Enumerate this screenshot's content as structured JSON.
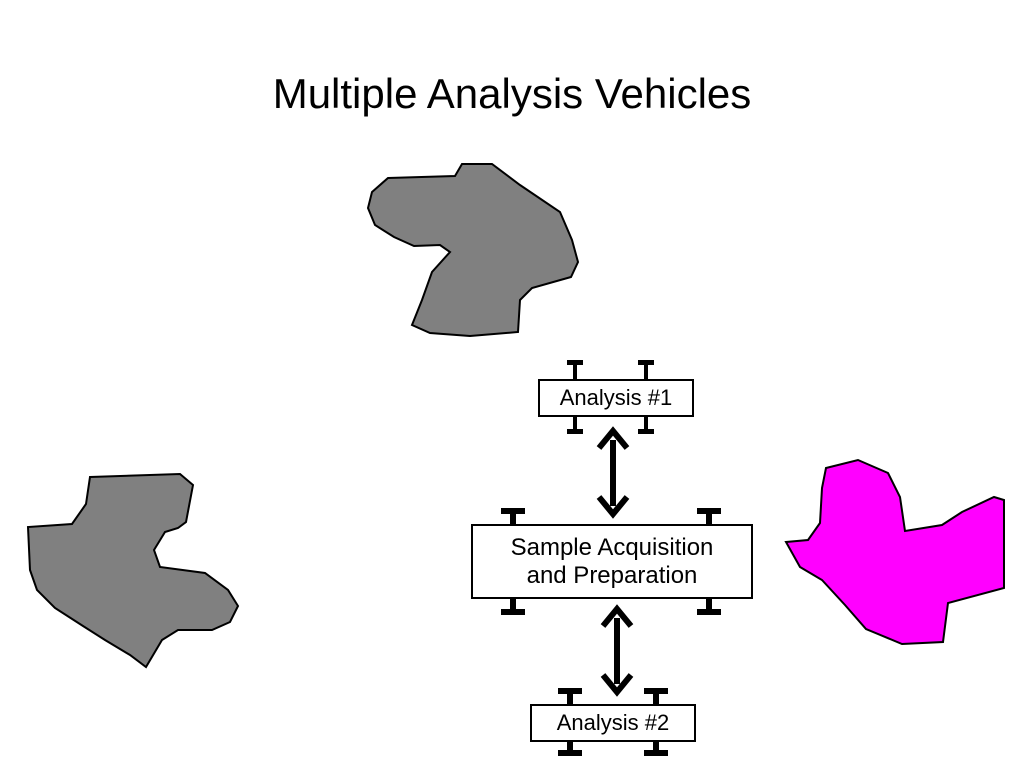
{
  "slide": {
    "title": "Multiple Analysis Vehicles"
  },
  "diagram": {
    "boxes": {
      "analysis1": "Analysis #1",
      "sample_line1": "Sample Acquisition",
      "sample_line2": "and Preparation",
      "analysis2": "Analysis #2"
    },
    "colors": {
      "blob_gray": "#808080",
      "blob_magenta": "#ff00ff",
      "outline": "#000000"
    }
  }
}
